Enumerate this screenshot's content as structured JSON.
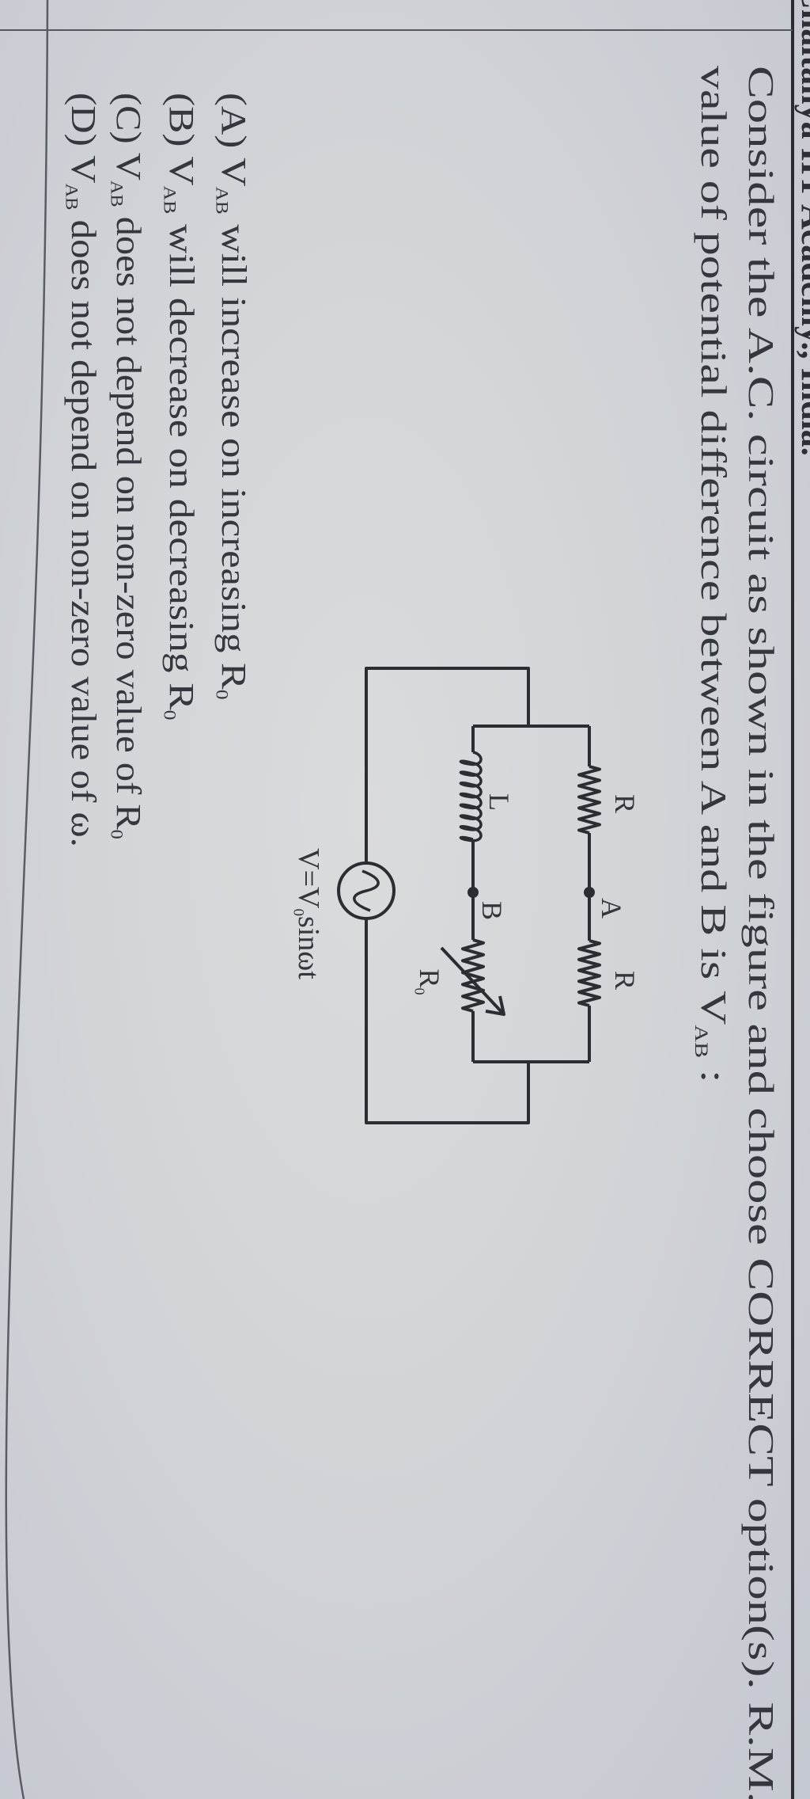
{
  "header": {
    "cut_text": "Chaitanya IIT Academy., India."
  },
  "question": {
    "line1": "Consider the A.C. circuit as shown in the figure and choose CORRECT option(s). R.M.S",
    "line2": "value of potential difference between A and B is",
    "line2_symbol": "V",
    "line2_symbol_sub": "AB",
    "line2_end": ":"
  },
  "circuit": {
    "resistor_top_left": "R",
    "node_a": "A",
    "resistor_top_right": "R",
    "inductor": "L",
    "node_b": "B",
    "variable_resistor": "R",
    "variable_resistor_sub": "0",
    "source_lhs": "V=V",
    "source_sub": "0",
    "source_rhs": "sinωt",
    "wire_color": "#2c2d32"
  },
  "options": [
    {
      "label": "(A)",
      "symbol": "V",
      "symbol_sub": "AB",
      "text": "will increase on increasing",
      "tail": "R",
      "tail_sub": "0"
    },
    {
      "label": "(B)",
      "symbol": "V",
      "symbol_sub": "AB",
      "text": "will decrease on decreasing",
      "tail": "R",
      "tail_sub": "0"
    },
    {
      "label": "(C)",
      "symbol": "V",
      "symbol_sub": "AB",
      "text": "does not depend on non-zero value of",
      "tail": "R",
      "tail_sub": "0"
    },
    {
      "label": "(D)",
      "symbol": "V",
      "symbol_sub": "AB",
      "text": "does not depend on non-zero value of",
      "tail": "ω.",
      "tail_sub": ""
    }
  ]
}
